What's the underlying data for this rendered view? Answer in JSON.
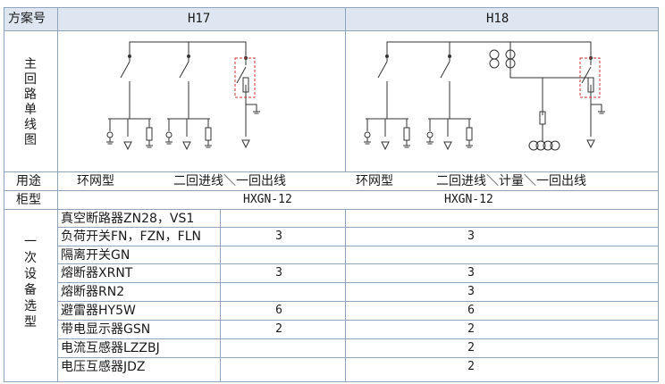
{
  "header": {
    "scheme_label": "方案号",
    "col_h17": "H17",
    "col_h18": "H18"
  },
  "sections": {
    "main_circuit": "主回路单线图",
    "usage": "用途",
    "cabinet_type": "柜型",
    "primary_equipment": "一次设备选型"
  },
  "usage": {
    "h17_type": "环网型",
    "h17_desc": "二回进线＼一回出线",
    "h18_type": "环网型",
    "h18_desc": "二回进线＼计量＼一回出线"
  },
  "cabinet": {
    "h17": "HXGN-12",
    "h18": "HXGN-12"
  },
  "equipment": [
    {
      "name": "真空断路器ZN28，VS1",
      "h17": "",
      "h18": ""
    },
    {
      "name": "负荷开关FN，FZN，FLN",
      "h17": "3",
      "h18": "3"
    },
    {
      "name": "隔离开关GN",
      "h17": "",
      "h18": ""
    },
    {
      "name": "熔断器XRNT",
      "h17": "3",
      "h18": "3"
    },
    {
      "name": "熔断器RN2",
      "h17": "",
      "h18": "3"
    },
    {
      "name": "避雷器HY5W",
      "h17": "6",
      "h18": "6"
    },
    {
      "name": "带电显示器GSN",
      "h17": "2",
      "h18": "2"
    },
    {
      "name": "电流互感器LZZBJ",
      "h17": "",
      "h18": "2"
    },
    {
      "name": "电压互感器JDZ",
      "h17": "",
      "h18": "2"
    }
  ],
  "colors": {
    "grid_line": "#8fa5be",
    "header_bg": "#dde6f1",
    "diagram_line": "#333333",
    "dashed_box": "#cc3333"
  }
}
